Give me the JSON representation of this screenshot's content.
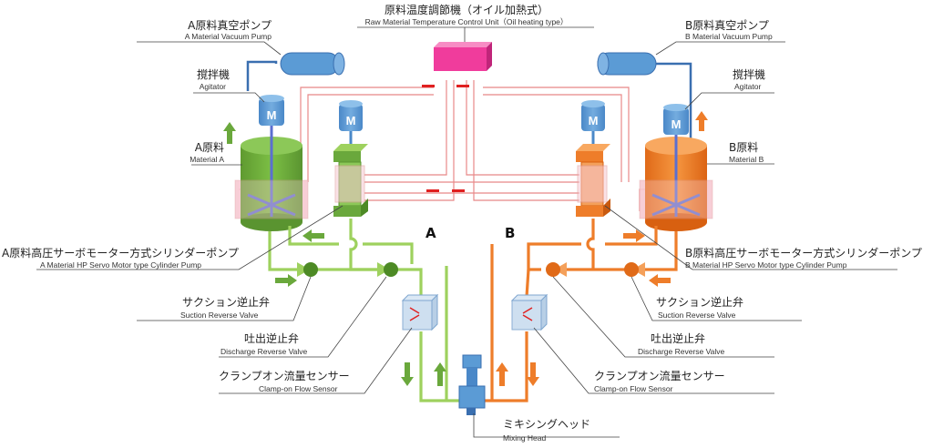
{
  "labels": {
    "a_vacuum_jp": "A原料真空ポンプ",
    "a_vacuum_en": "A Material Vacuum Pump",
    "heater_jp": "原料温度調節機（オイル加熱式）",
    "heater_en": "Raw Material Temperature Control Unit（Oil heating type）",
    "b_vacuum_jp": "B原料真空ポンプ",
    "b_vacuum_en": "B Material Vacuum Pump",
    "a_agitator_jp": "撹拌機",
    "a_agitator_en": "Agitator",
    "b_agitator_jp": "撹拌機",
    "b_agitator_en": "Agitator",
    "a_material_jp": "A原料",
    "a_material_en": "Material A",
    "b_material_jp": "B原料",
    "b_material_en": "Material B",
    "a_pump_jp": "A原料高圧サーボモーター方式シリンダーポンプ",
    "a_pump_en": "A Material HP Servo Motor type Cylinder Pump",
    "b_pump_jp": "B原料高圧サーボモーター方式シリンダーポンプ",
    "b_pump_en": "B Material HP Servo Motor type Cylinder Pump",
    "a_suction_jp": "サクション逆止弁",
    "a_suction_en": "Suction Reverse Valve",
    "b_suction_jp": "サクション逆止弁",
    "b_suction_en": "Suction Reverse Valve",
    "a_discharge_jp": "吐出逆止弁",
    "a_discharge_en": "Discharge Reverse Valve",
    "b_discharge_jp": "吐出逆止弁",
    "b_discharge_en": "Discharge Reverse Valve",
    "a_flow_jp": "クランプオン流量センサー",
    "a_flow_en": "Clamp-on Flow Sensor",
    "b_flow_jp": "クランプオン流量センサー",
    "b_flow_en": "Clamp-on Flow Sensor",
    "mixing_jp": "ミキシングヘッド",
    "mixing_en": "Mixing Head",
    "line_a": "A",
    "line_b": "B",
    "motor": "M"
  },
  "colors": {
    "material_a": "#6aa83c",
    "material_a_light": "#9ed15e",
    "material_b": "#ee7d2a",
    "material_b_light": "#f4a05a",
    "vacuum_blue": "#5b9bd5",
    "heater_pink": "#f03c9c",
    "oil_line": "#e88888",
    "jacket": "#f7c9d2"
  }
}
